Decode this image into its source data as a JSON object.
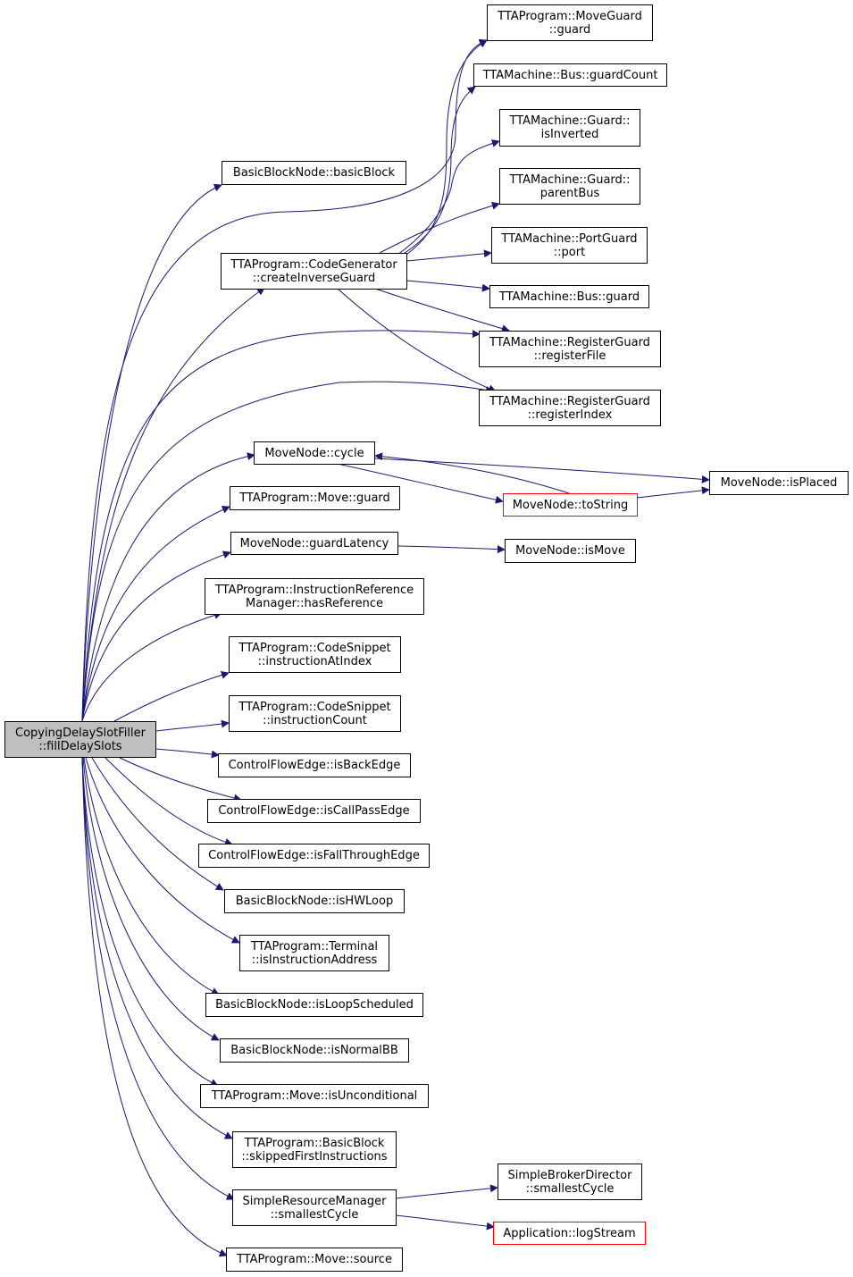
{
  "colors": {
    "edge": "#191970",
    "node_border": "#000000",
    "root_fill": "#bfbfbf",
    "incomplete_border": "#ff0000"
  },
  "nodes": {
    "root": [
      "CopyingDelaySlotFiller",
      "::fillDelaySlots"
    ],
    "moveguard_guard": [
      "TTAProgram::MoveGuard",
      "::guard"
    ],
    "bus_guardcount": [
      "TTAMachine::Bus::guardCount"
    ],
    "guard_isinverted": [
      "TTAMachine::Guard::",
      "isInverted"
    ],
    "guard_parentbus": [
      "TTAMachine::Guard::",
      "parentBus"
    ],
    "portguard_port": [
      "TTAMachine::PortGuard",
      "::port"
    ],
    "bus_guard": [
      "TTAMachine::Bus::guard"
    ],
    "regguard_file": [
      "TTAMachine::RegisterGuard",
      "::registerFile"
    ],
    "regguard_index": [
      "TTAMachine::RegisterGuard",
      "::registerIndex"
    ],
    "bbn_basicblock": [
      "BasicBlockNode::basicBlock"
    ],
    "codegen": [
      "TTAProgram::CodeGenerator",
      "::createInverseGuard"
    ],
    "mn_cycle": [
      "MoveNode::cycle"
    ],
    "mn_tostring": [
      "MoveNode::toString"
    ],
    "mn_isplaced": [
      "MoveNode::isPlaced"
    ],
    "move_guard": [
      "TTAProgram::Move::guard"
    ],
    "mn_guardlatency": [
      "MoveNode::guardLatency"
    ],
    "mn_ismove": [
      "MoveNode::isMove"
    ],
    "irm_hasref": [
      "TTAProgram::InstructionReference",
      "Manager::hasReference"
    ],
    "cs_instratindex": [
      "TTAProgram::CodeSnippet",
      "::instructionAtIndex"
    ],
    "cs_instrcount": [
      "TTAProgram::CodeSnippet",
      "::instructionCount"
    ],
    "cfe_isbackedge": [
      "ControlFlowEdge::isBackEdge"
    ],
    "cfe_iscallpass": [
      "ControlFlowEdge::isCallPassEdge"
    ],
    "cfe_isfallthrough": [
      "ControlFlowEdge::isFallThroughEdge"
    ],
    "bbn_ishwloop": [
      "BasicBlockNode::isHWLoop"
    ],
    "term_isinstraddr": [
      "TTAProgram::Terminal",
      "::isInstructionAddress"
    ],
    "bbn_isloopsched": [
      "BasicBlockNode::isLoopScheduled"
    ],
    "bbn_isnormalbb": [
      "BasicBlockNode::isNormalBB"
    ],
    "move_isuncond": [
      "TTAProgram::Move::isUnconditional"
    ],
    "bb_skipped": [
      "TTAProgram::BasicBlock",
      "::skippedFirstInstructions"
    ],
    "srm_smallest": [
      "SimpleResourceManager",
      "::smallestCycle"
    ],
    "sbd_smallest": [
      "SimpleBrokerDirector",
      "::smallestCycle"
    ],
    "app_logstream": [
      "Application::logStream"
    ],
    "move_source": [
      "TTAProgram::Move::source"
    ]
  }
}
